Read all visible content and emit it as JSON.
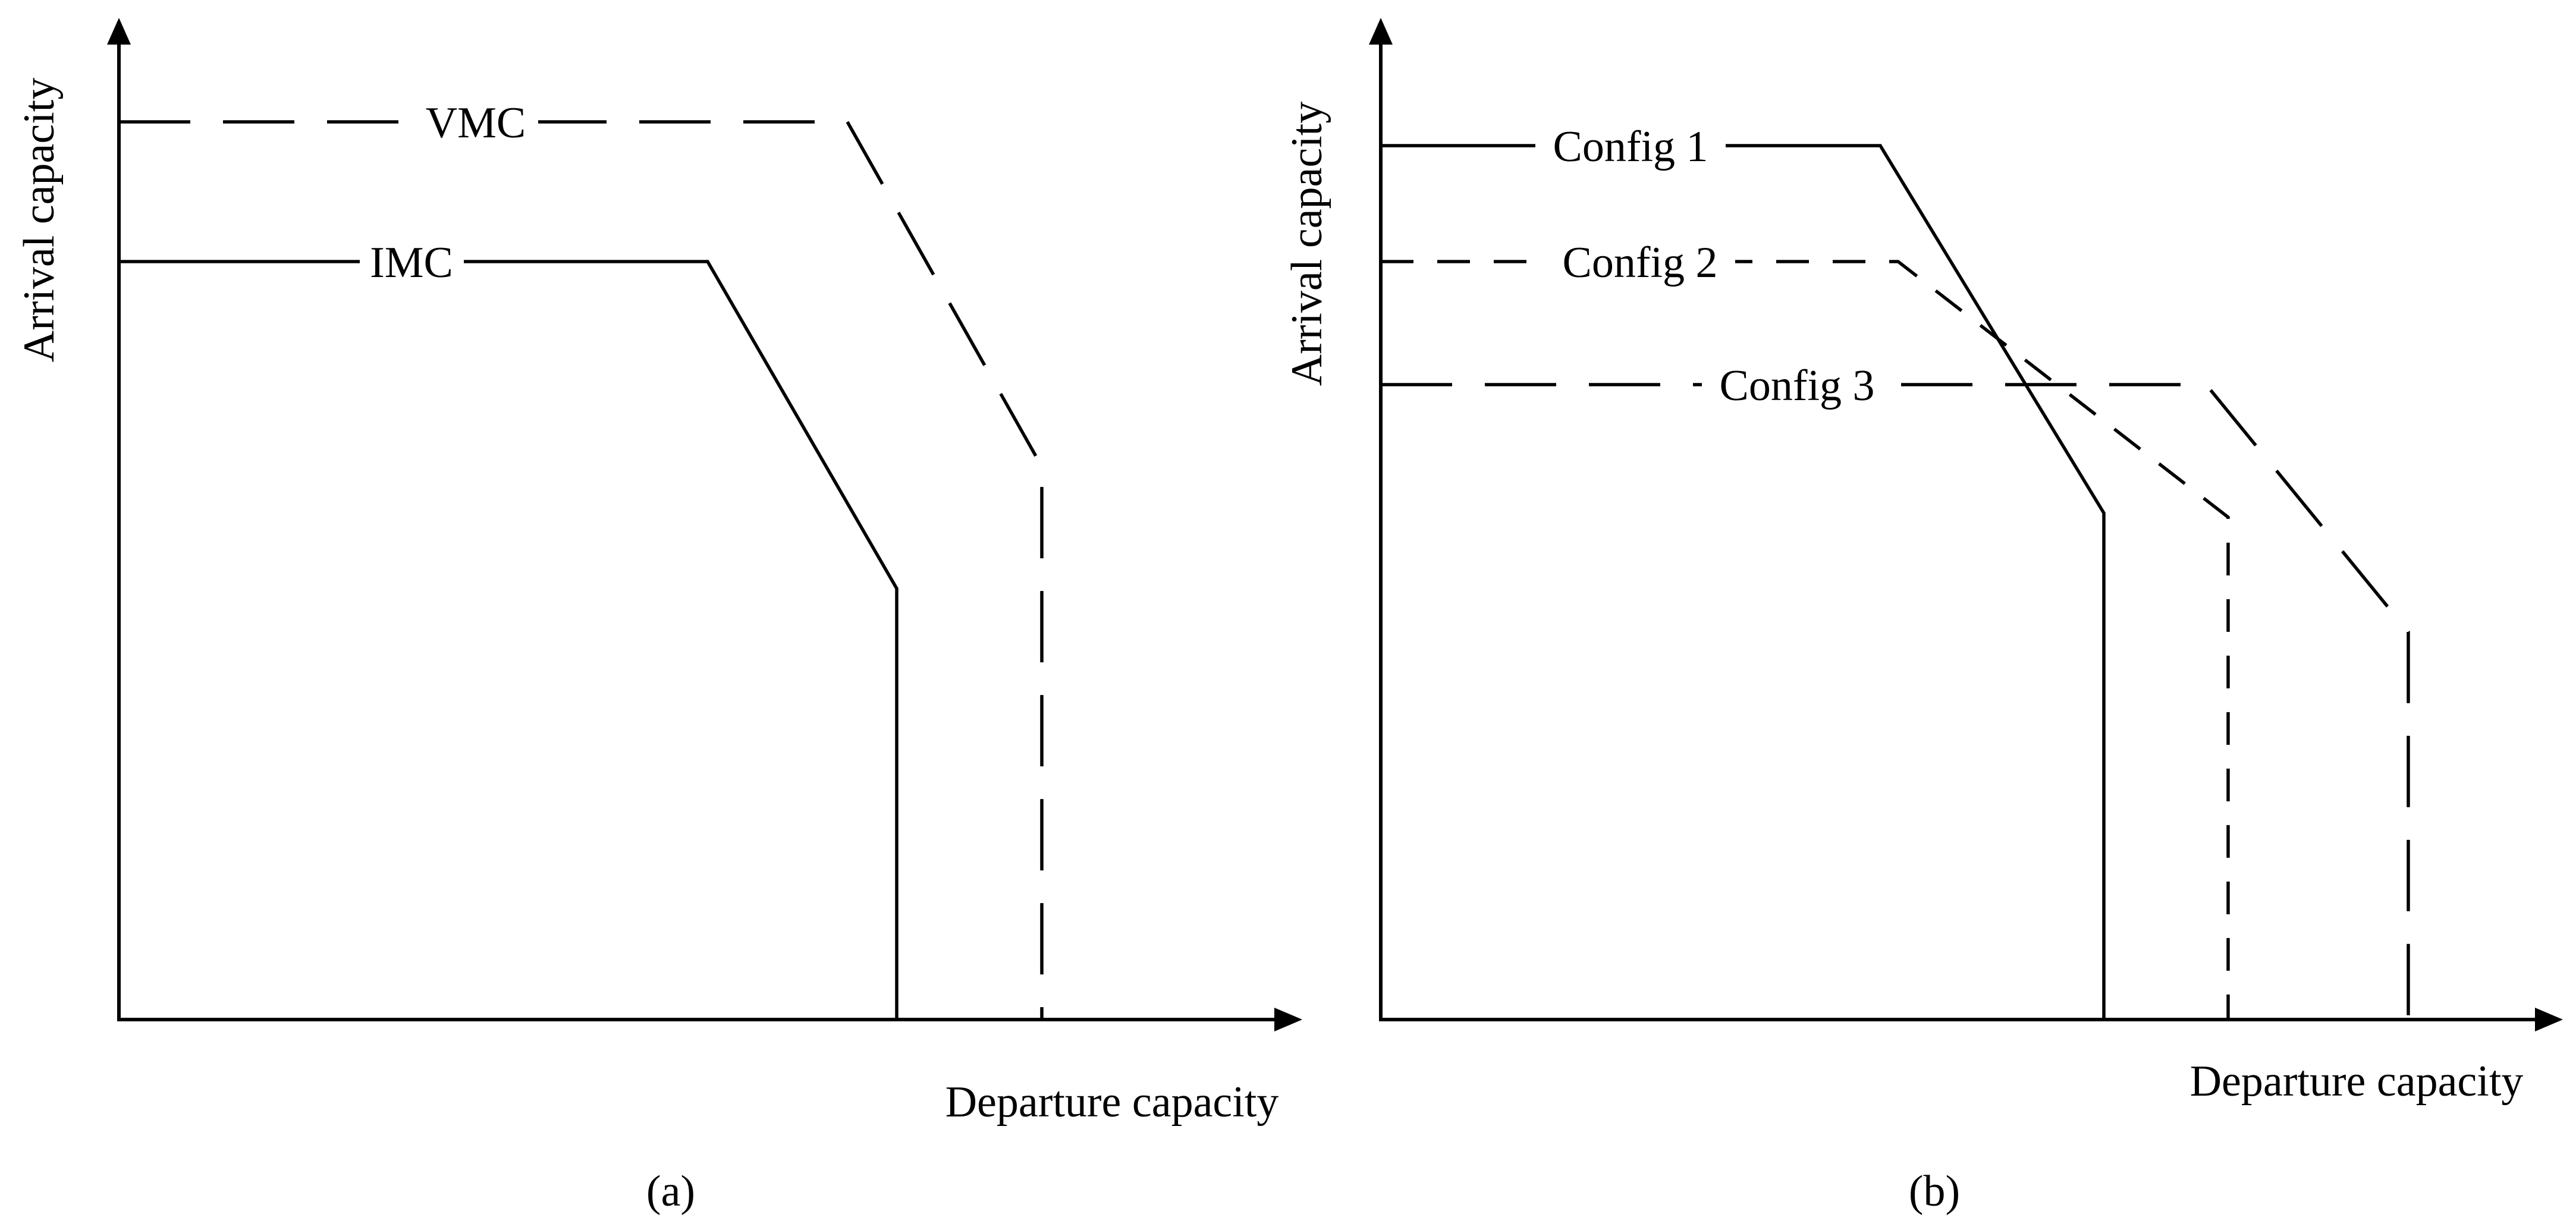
{
  "panels": {
    "a": {
      "caption": "(a)",
      "xlabel": "Departure capacity",
      "ylabel": "Arrival capacity",
      "curves": {
        "vmc": {
          "label": "VMC",
          "style": "long-dash"
        },
        "imc": {
          "label": "IMC",
          "style": "solid"
        }
      }
    },
    "b": {
      "caption": "(b)",
      "xlabel": "Departure capacity",
      "ylabel": "Arrival capacity",
      "curves": {
        "config1": {
          "label": "Config 1",
          "style": "solid"
        },
        "config2": {
          "label": "Config 2",
          "style": "short-dash"
        },
        "config3": {
          "label": "Config 3",
          "style": "long-dash"
        }
      }
    }
  },
  "colors": {
    "ink": "#000000",
    "background": "#ffffff"
  }
}
